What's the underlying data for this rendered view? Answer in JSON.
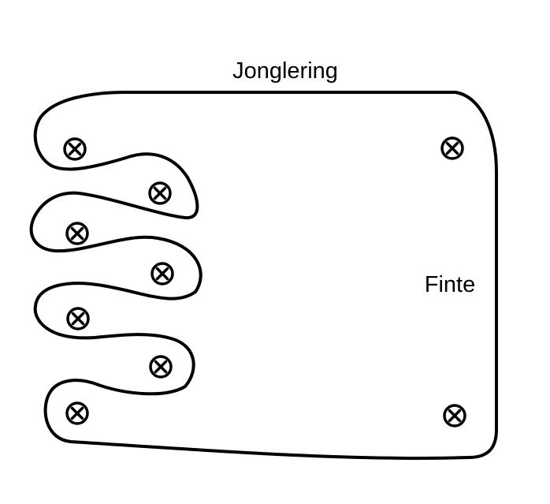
{
  "labels": {
    "top": "Jonglering",
    "right": "Finte"
  },
  "markers": {
    "icon": "circled-x-icon",
    "count": 9
  },
  "colors": {
    "stroke": "#000000",
    "background": "#ffffff"
  }
}
